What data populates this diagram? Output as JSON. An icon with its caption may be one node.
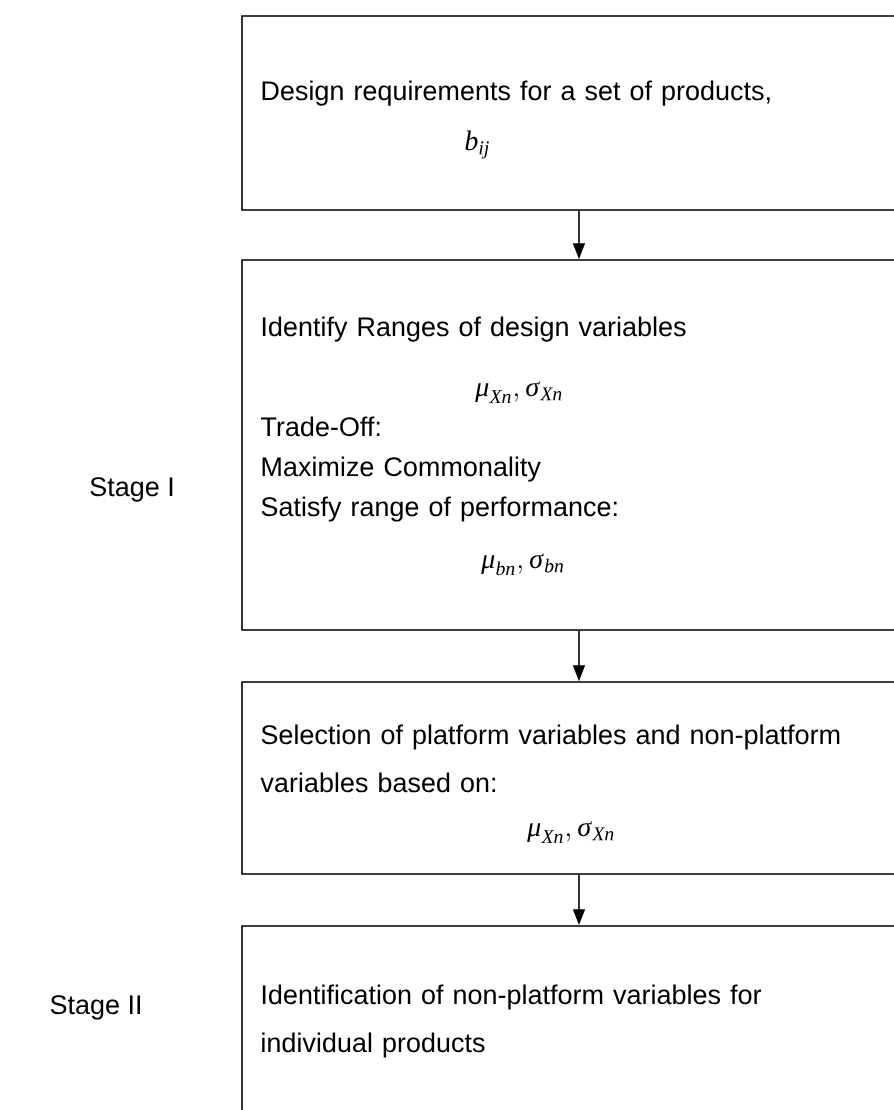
{
  "diagram": {
    "nodes": [
      {
        "text": [
          "Design requirements for a set of products,",
          "b_{ij}"
        ]
      },
      {
        "text": [
          "Identify Ranges of design variables",
          "\\mu_{Xn},\\sigma_{Xn}",
          "Trade-Off:",
          "Maximize Commonality",
          "Satisfy range of performance:",
          "\\mu_{bn},\\sigma_{bn}"
        ]
      },
      {
        "text": [
          "Selection of platform variables and non-platform variables based on:",
          "\\mu_{Xn},\\sigma_{Xn}"
        ]
      },
      {
        "text": [
          "Identification of non-platform variables for individual products"
        ]
      }
    ],
    "edges": [
      {
        "from": 0,
        "to": 1,
        "arrow": "to"
      },
      {
        "from": 1,
        "to": 2,
        "arrow": "to"
      },
      {
        "from": 2,
        "to": 3,
        "arrow": "to"
      }
    ],
    "labels": [
      "Stage I",
      "Stage II"
    ]
  }
}
